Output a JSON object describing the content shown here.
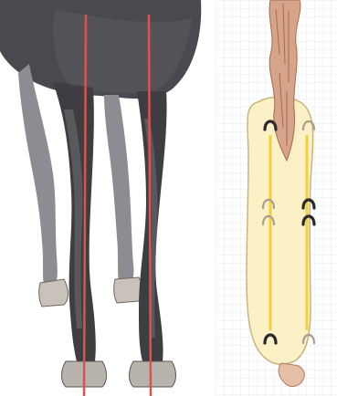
{
  "figure": {
    "panels": [
      {
        "id": "rear-view",
        "subject": "horse-hindquarters-and-legs"
      },
      {
        "id": "track-view",
        "subject": "hoofprint-track"
      }
    ],
    "colors": {
      "background": "#ffffff",
      "grid": "#e6eaf0",
      "coat_dark": "#3e3d42",
      "coat_mid": "#6b6a70",
      "coat_light": "#8d8c92",
      "hoof": "#b9b3ad",
      "guide_line": "#d9534f",
      "track_fill": "#fbf0c6",
      "track_outline": "#c9b67a",
      "track_line": "#f2d23a",
      "hair": "#c98d6d",
      "print_dark": "#2a2a2a",
      "print_light": "#a89f8f"
    },
    "icons": [
      "horseshoe-print-icon"
    ]
  }
}
